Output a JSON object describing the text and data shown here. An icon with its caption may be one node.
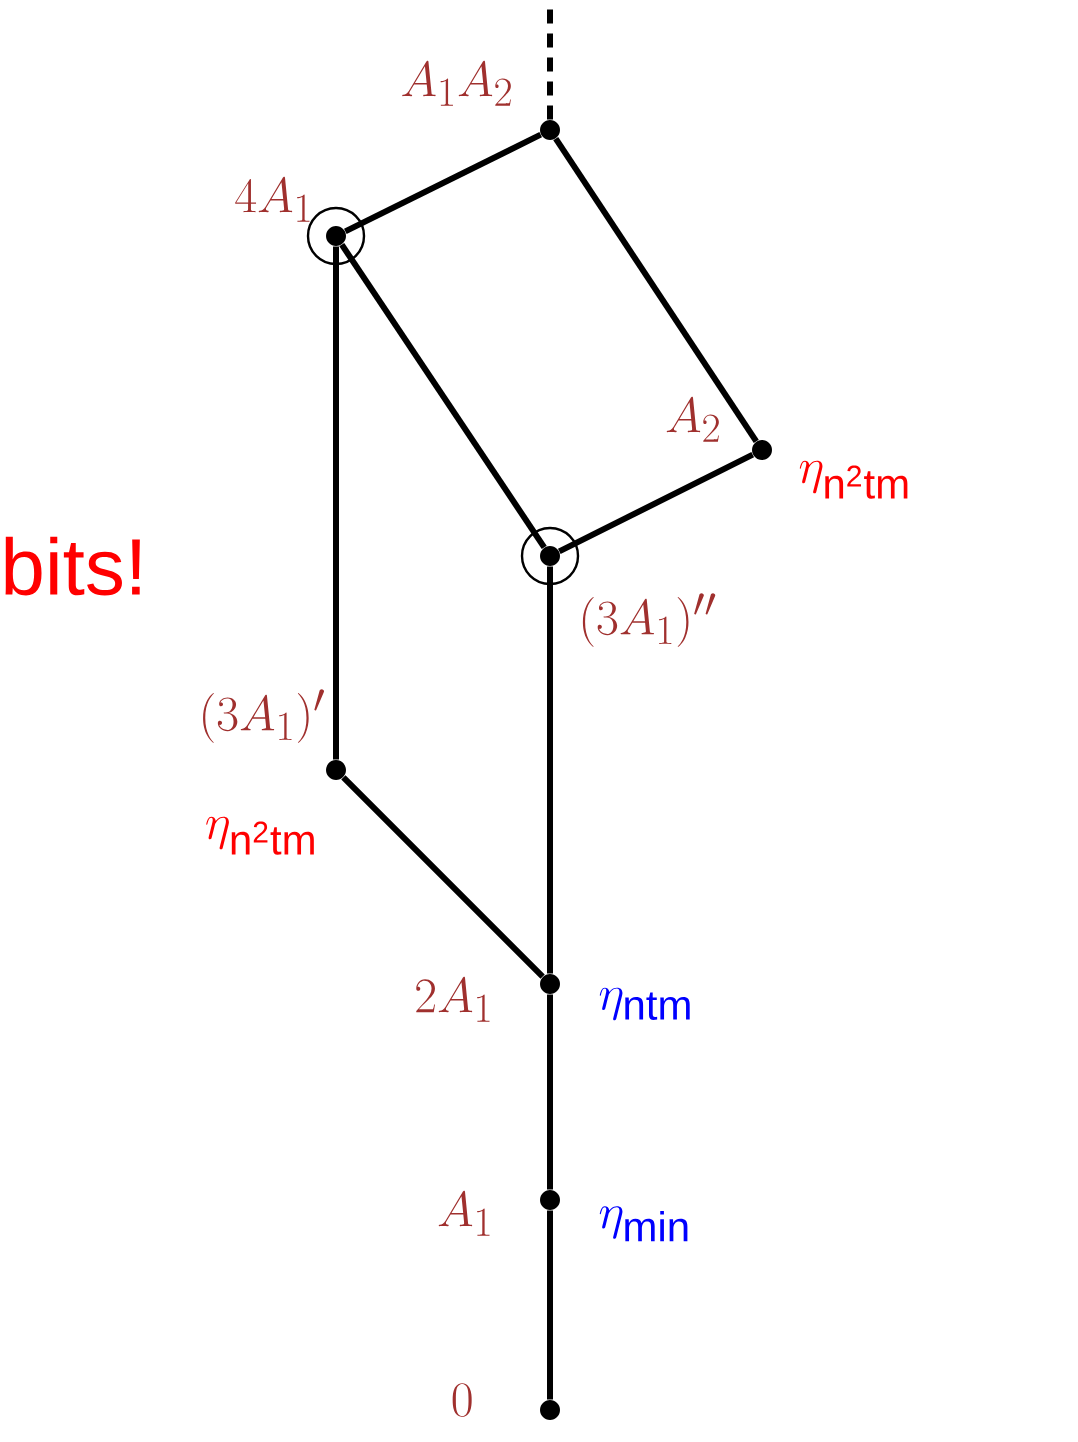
{
  "diagram": {
    "nodes": [
      {
        "text": [],
        "shape": "circle",
        "beside": [
          "A_1A_2"
        ]
      },
      {
        "text": [],
        "shape": "circle"
      },
      {
        "text": [],
        "shape": "circle",
        "in": 1,
        "beside": [
          "4A_1"
        ]
      },
      {
        "text": [],
        "shape": "circle",
        "beside": [
          "A_2",
          "\\eta_{\\mathsf{n^2tm}}"
        ]
      },
      {
        "text": [],
        "shape": "circle"
      },
      {
        "text": [],
        "shape": "circle",
        "in": 4,
        "beside": [
          "(3A_1)''"
        ]
      },
      {
        "text": [],
        "shape": "circle",
        "beside": [
          "(3A_1)'",
          "\\eta_{\\mathsf{n^2tm}}"
        ]
      },
      {
        "text": [],
        "shape": "circle",
        "beside": [
          "2A_1",
          "\\eta_{\\mathsf{ntm}}"
        ]
      },
      {
        "text": [],
        "shape": "circle",
        "beside": [
          "A_1",
          "\\eta_{\\mathsf{min}}"
        ]
      },
      {
        "text": [],
        "shape": "circle",
        "beside": [
          "0"
        ]
      }
    ],
    "edges": [
      {
        "from": 0,
        "to": null,
        "arrow": "none",
        "style": "dashed"
      },
      {
        "from": 2,
        "to": 0,
        "arrow": "none"
      },
      {
        "from": 0,
        "to": 3,
        "arrow": "none"
      },
      {
        "from": 2,
        "to": 5,
        "arrow": "none"
      },
      {
        "from": 3,
        "to": 5,
        "arrow": "none"
      },
      {
        "from": 2,
        "to": 6,
        "arrow": "none"
      },
      {
        "from": 5,
        "to": 7,
        "arrow": "none"
      },
      {
        "from": 6,
        "to": 7,
        "arrow": "none"
      },
      {
        "from": 7,
        "to": 8,
        "arrow": "none"
      },
      {
        "from": 8,
        "to": 9,
        "arrow": "none"
      }
    ],
    "labels": [
      "bits!"
    ]
  }
}
